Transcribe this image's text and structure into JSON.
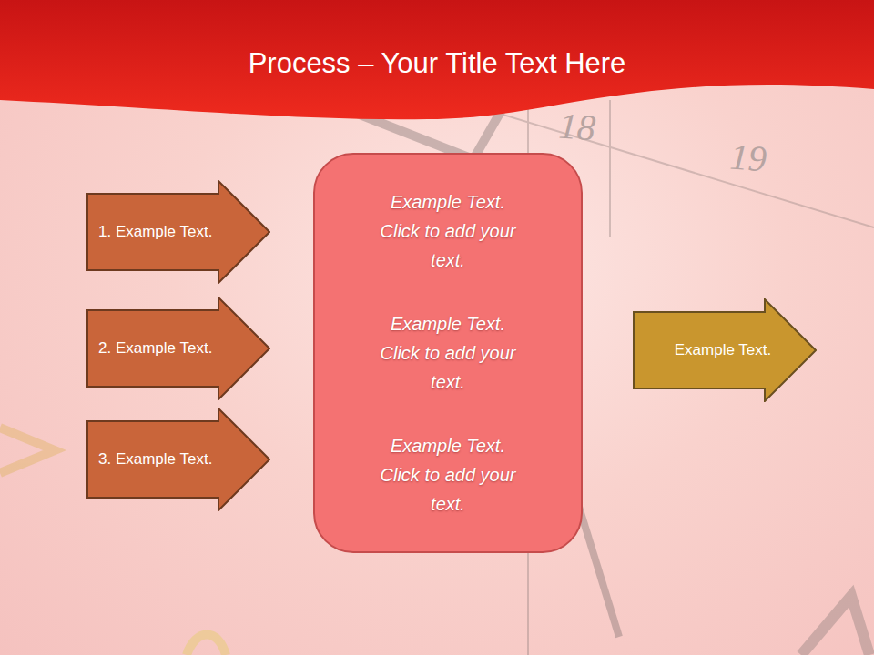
{
  "diagram": {
    "title": "Process – Your Title Text Here",
    "nodes": [
      {
        "text": [
          "1. Example Text."
        ]
      },
      {
        "text": [
          "2. Example Text."
        ]
      },
      {
        "text": [
          "3. Example Text."
        ]
      },
      {
        "text": [
          "Example Text. Click to add your text.",
          "Example Text. Click to add your text.",
          "Example Text. Click to add your text."
        ]
      },
      {
        "text": [
          "Example Text."
        ]
      }
    ],
    "labels": [
      "18",
      "19"
    ]
  }
}
